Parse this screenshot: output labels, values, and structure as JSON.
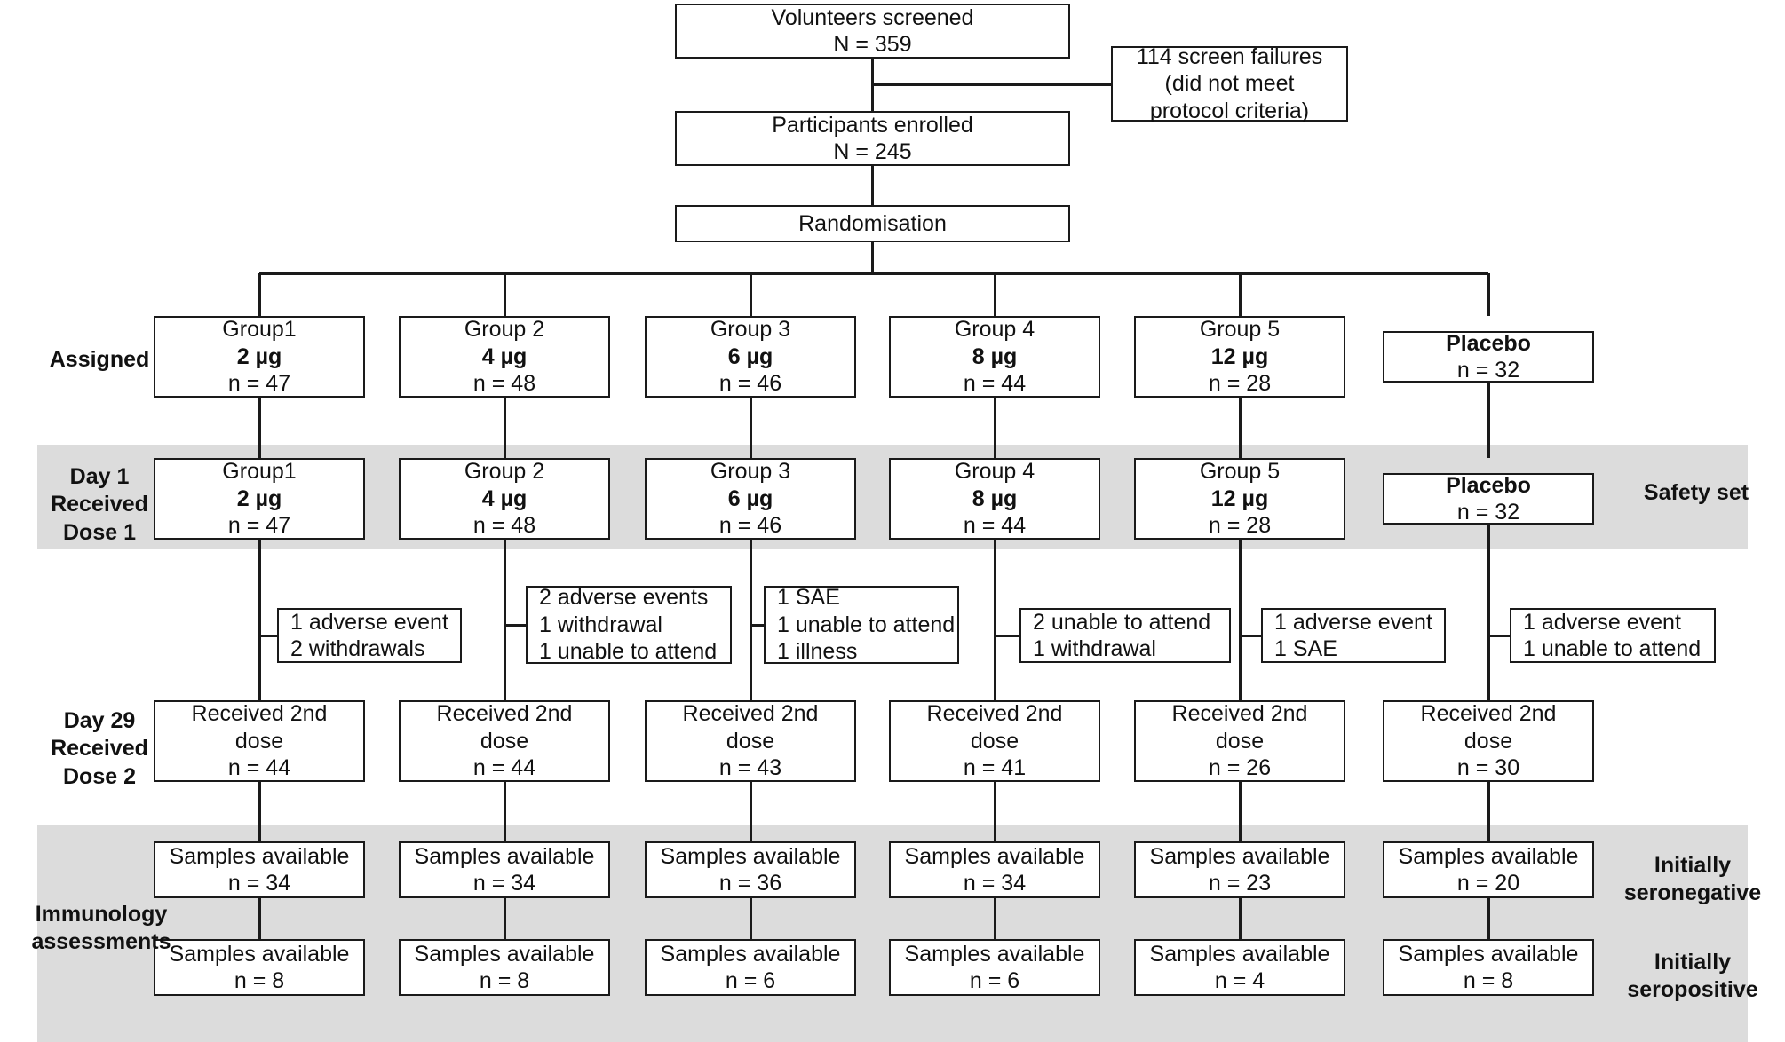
{
  "diagram": {
    "title": "CONSORT participant flow diagram",
    "top": {
      "screened": {
        "l1": "Volunteers screened",
        "l2": "N = 359"
      },
      "screen_failures": {
        "l1": "114 screen failures",
        "l2": "(did not meet",
        "l3": "protocol criteria)"
      },
      "enrolled": {
        "l1": "Participants enrolled",
        "l2": "N = 245"
      },
      "randomisation": {
        "l1": "Randomisation"
      }
    },
    "row_labels": {
      "assigned": "Assigned",
      "day1": {
        "l1": "Day 1",
        "l2": "Received",
        "l3": "Dose 1"
      },
      "day29": {
        "l1": "Day 29",
        "l2": "Received",
        "l3": "Dose 2"
      },
      "immunology": {
        "l1": "Immunology",
        "l2": "assessments"
      }
    },
    "right_labels": {
      "safety_set": {
        "l1": "Safety",
        "l2": "set"
      },
      "seronegative": {
        "l1": "Initially",
        "l2": "seronegative"
      },
      "seropositive": {
        "l1": "Initially",
        "l2": "seropositive"
      }
    },
    "assigned": [
      {
        "name": "Group1",
        "dose": "2 µg",
        "n": "n = 47",
        "three_line": true
      },
      {
        "name": "Group 2",
        "dose": "4 µg",
        "n": "n = 48",
        "three_line": true
      },
      {
        "name": "Group 3",
        "dose": "6 µg",
        "n": "n = 46",
        "three_line": true
      },
      {
        "name": "Group 4",
        "dose": "8 µg",
        "n": "n = 44",
        "three_line": true
      },
      {
        "name": "Group 5",
        "dose": "12 µg",
        "n": "n = 28",
        "three_line": true
      },
      {
        "name": "Placebo",
        "dose": "",
        "n": "n = 32",
        "three_line": false
      }
    ],
    "dose1": [
      {
        "name": "Group1",
        "dose": "2 µg",
        "n": "n = 47",
        "three_line": true
      },
      {
        "name": "Group 2",
        "dose": "4 µg",
        "n": "n = 48",
        "three_line": true
      },
      {
        "name": "Group 3",
        "dose": "6 µg",
        "n": "n = 46",
        "three_line": true
      },
      {
        "name": "Group 4",
        "dose": "8 µg",
        "n": "n = 44",
        "three_line": true
      },
      {
        "name": "Group 5",
        "dose": "12 µg",
        "n": "n = 28",
        "three_line": true
      },
      {
        "name": "Placebo",
        "dose": "",
        "n": "n = 32",
        "three_line": false
      }
    ],
    "dropouts": [
      {
        "lines": [
          "1 adverse event",
          "2 withdrawals"
        ]
      },
      {
        "lines": [
          "2 adverse events",
          "1 withdrawal",
          "1 unable to attend"
        ]
      },
      {
        "lines": [
          "1 SAE",
          "1 unable to attend",
          "1 illness"
        ]
      },
      {
        "lines": [
          "2 unable to attend",
          "1 withdrawal"
        ]
      },
      {
        "lines": [
          "1 adverse event",
          "1 SAE"
        ]
      },
      {
        "lines": [
          "1 adverse event",
          "1 unable to attend"
        ]
      }
    ],
    "dose2": [
      {
        "l1": "Received 2nd",
        "l2": "dose",
        "n": "n = 44"
      },
      {
        "l1": "Received 2nd",
        "l2": "dose",
        "n": "n = 44"
      },
      {
        "l1": "Received 2nd",
        "l2": "dose",
        "n": "n = 43"
      },
      {
        "l1": "Received 2nd",
        "l2": "dose",
        "n": "n = 41"
      },
      {
        "l1": "Received 2nd",
        "l2": "dose",
        "n": "n = 26"
      },
      {
        "l1": "Received 2nd",
        "l2": "dose",
        "n": "n = 30"
      }
    ],
    "seronegative_samples": [
      {
        "l1": "Samples available",
        "n": "n = 34"
      },
      {
        "l1": "Samples available",
        "n": "n = 34"
      },
      {
        "l1": "Samples available",
        "n": "n = 36"
      },
      {
        "l1": "Samples available",
        "n": "n = 34"
      },
      {
        "l1": "Samples available",
        "n": "n = 23"
      },
      {
        "l1": "Samples available",
        "n": "n = 20"
      }
    ],
    "seropositive_samples": [
      {
        "l1": "Samples available",
        "n": "n = 8"
      },
      {
        "l1": "Samples available",
        "n": "n = 8"
      },
      {
        "l1": "Samples available",
        "n": "n = 6"
      },
      {
        "l1": "Samples available",
        "n": "n = 6"
      },
      {
        "l1": "Samples available",
        "n": "n = 4"
      },
      {
        "l1": "Samples available",
        "n": "n = 8"
      }
    ],
    "colors": {
      "band": "#dcdcdc",
      "stroke": "#1a1a1a",
      "text": "#111111",
      "background": "#ffffff"
    }
  }
}
